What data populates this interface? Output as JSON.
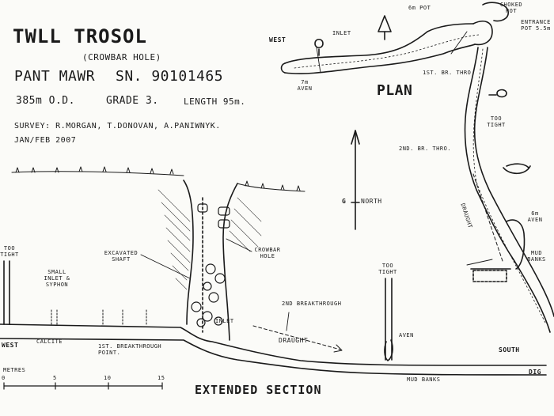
{
  "header": {
    "title": "TWLL TROSOL",
    "alt_name": "(CROWBAR HOLE)",
    "location": "PANT MAWR",
    "grid_ref": "SN. 90101465",
    "altitude": "385m O.D.",
    "grade": "GRADE 3.",
    "length": "LENGTH 95m.",
    "survey": "SURVEY: R.MORGAN, T.DONOVAN, A.PANIWNYK.",
    "date": "JAN/FEB 2007"
  },
  "plan": {
    "title": "PLAN",
    "west": "WEST",
    "inlet": "INLET",
    "aven_7m": "7m AVEN",
    "pot_6m": "6m POT",
    "choked_pot": "CHOKED POT",
    "entrance_pot": "ENTRANCE POT 5.5m",
    "first_br": "1ST. BR. THRO.",
    "second_br": "2ND. BR. THRO.",
    "too_tight": "TOO TIGHT",
    "draught": "DRAUGHT",
    "aven_6m": "6m AVEN",
    "mud_banks": "MUD BANKS"
  },
  "north": {
    "label": "G",
    "word": "NORTH"
  },
  "section": {
    "title": "EXTENDED SECTION",
    "too_tight_left": "TOO TIGHT",
    "small_inlet": "SMALL INLET & SYPHON",
    "excavated_shaft": "EXCAVATED SHAFT",
    "crowbar_hole": "CROWBAR HOLE",
    "too_tight_right": "TOO TIGHT",
    "second_breakthrough": "2ND BREAKTHROUGH",
    "inlet": "INLET",
    "aven": "AVEN",
    "west": "WEST",
    "calcite": "CALCITE",
    "first_breakthrough": "1ST. BREAKTHROUGH POINT.",
    "draught": "DRAUGHT",
    "south": "SOUTH",
    "dig": "DIG",
    "mud_banks": "MUD BANKS"
  },
  "scale": {
    "label": "METRES",
    "ticks": [
      "0",
      "5",
      "10",
      "15"
    ]
  }
}
